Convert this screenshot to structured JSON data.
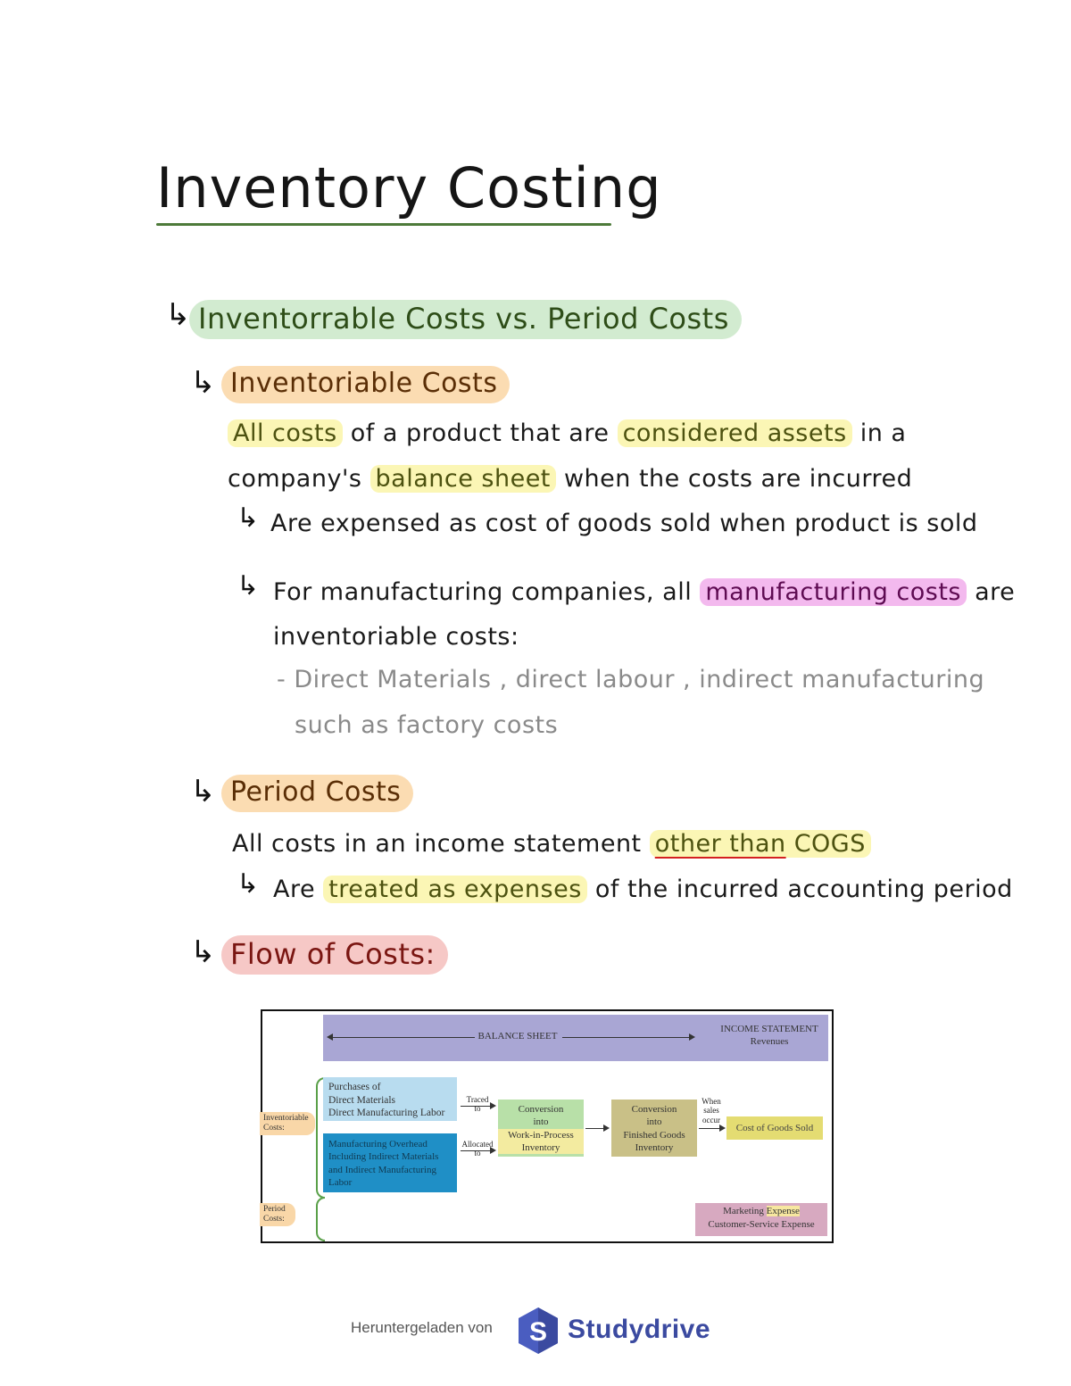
{
  "title": "Inventory Costing",
  "arrow_glyph": "↳",
  "section1": {
    "heading": "Inventorrable Costs vs. Period Costs"
  },
  "inventoriable": {
    "heading": "Inventoriable Costs",
    "line1": {
      "p1": "All costs",
      "p2": " of a product that are ",
      "p3": "considered assets",
      "p4": " in a"
    },
    "line2": {
      "p1": "company's ",
      "p2": "balance sheet",
      "p3": " when the costs are incurred"
    },
    "sub1": "Are expensed as cost of goods sold when product is sold",
    "sub2": {
      "p1": "For manufacturing companies, all ",
      "p2": "manufacturing costs",
      "p3": " are"
    },
    "sub2_line2": "inventoriable costs:",
    "list_line1": "- Direct Materials , direct labour , indirect manufacturing",
    "list_line2": "such as factory costs"
  },
  "period": {
    "heading": "Period Costs",
    "line1": {
      "p1": "All costs in an income statement ",
      "p2": "other than",
      "p3": " COGS"
    },
    "sub1": {
      "p1": "Are ",
      "p2": "treated as expenses",
      "p3": " of the incurred accounting period"
    }
  },
  "flow": {
    "heading": "Flow of Costs:"
  },
  "diagram": {
    "balance_sheet": "BALANCE SHEET",
    "income_statement": "INCOME STATEMENT",
    "revenues": "Revenues",
    "dm_line1": "Purchases of",
    "dm_line2": "Direct Materials",
    "dm_line3": "Direct Manufacturing Labor",
    "mo_line1": "Manufacturing Overhead",
    "mo_line2": "Including Indirect Materials",
    "mo_line3": "and Indirect Manufacturing",
    "mo_line4": "Labor",
    "traced": "Traced",
    "traced_to": "to",
    "allocated": "Allocated",
    "allocated_to": "to",
    "wip_line1": "Conversion",
    "wip_line2": "into",
    "wip_line3": "Work-in-Process",
    "wip_line4": "Inventory",
    "fg_line1": "Conversion",
    "fg_line2": "into",
    "fg_line3": "Finished Goods",
    "fg_line4": "Inventory",
    "when1": "When",
    "when2": "sales",
    "when3": "occur",
    "cogs": "Cost of Goods Sold",
    "mkt_p1": "Marketing ",
    "mkt_p2": "Expense",
    "cse": "Customer-Service Expense",
    "inv_side1": "Inventoriable",
    "inv_side2": "Costs:",
    "per_side1": "Period",
    "per_side2": "Costs:"
  },
  "footer": {
    "text": "Heruntergeladen von",
    "logo_letter": "S",
    "brand": "Studydrive"
  },
  "colors": {
    "green": "#d2ebd0",
    "orange": "#fbdcb2",
    "red": "#f6c8c6",
    "yellow": "#fbf6b5",
    "pink": "#f3b9ee",
    "brand": "#3b4aa0"
  }
}
